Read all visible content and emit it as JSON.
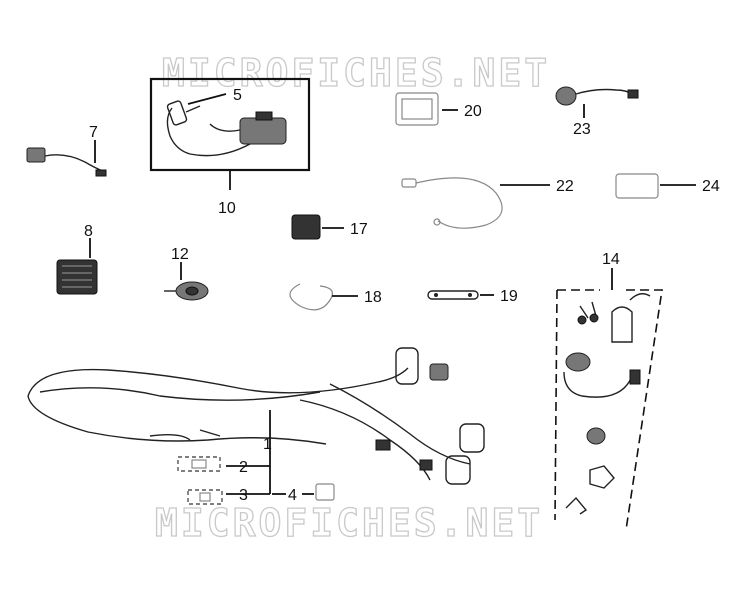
{
  "watermark": {
    "top": "MICROFICHES.NET",
    "bottom": "MICROFICHES.NET"
  },
  "callouts": [
    {
      "id": "c1",
      "label": "1"
    },
    {
      "id": "c2",
      "label": "2"
    },
    {
      "id": "c3",
      "label": "3"
    },
    {
      "id": "c4",
      "label": "4"
    },
    {
      "id": "c5",
      "label": "5"
    },
    {
      "id": "c7",
      "label": "7"
    },
    {
      "id": "c8",
      "label": "8"
    },
    {
      "id": "c10",
      "label": "10"
    },
    {
      "id": "c12",
      "label": "12"
    },
    {
      "id": "c14",
      "label": "14"
    },
    {
      "id": "c17",
      "label": "17"
    },
    {
      "id": "c18",
      "label": "18"
    },
    {
      "id": "c19",
      "label": "19"
    },
    {
      "id": "c20",
      "label": "20"
    },
    {
      "id": "c22",
      "label": "22"
    },
    {
      "id": "c23",
      "label": "23"
    },
    {
      "id": "c24",
      "label": "24"
    }
  ]
}
